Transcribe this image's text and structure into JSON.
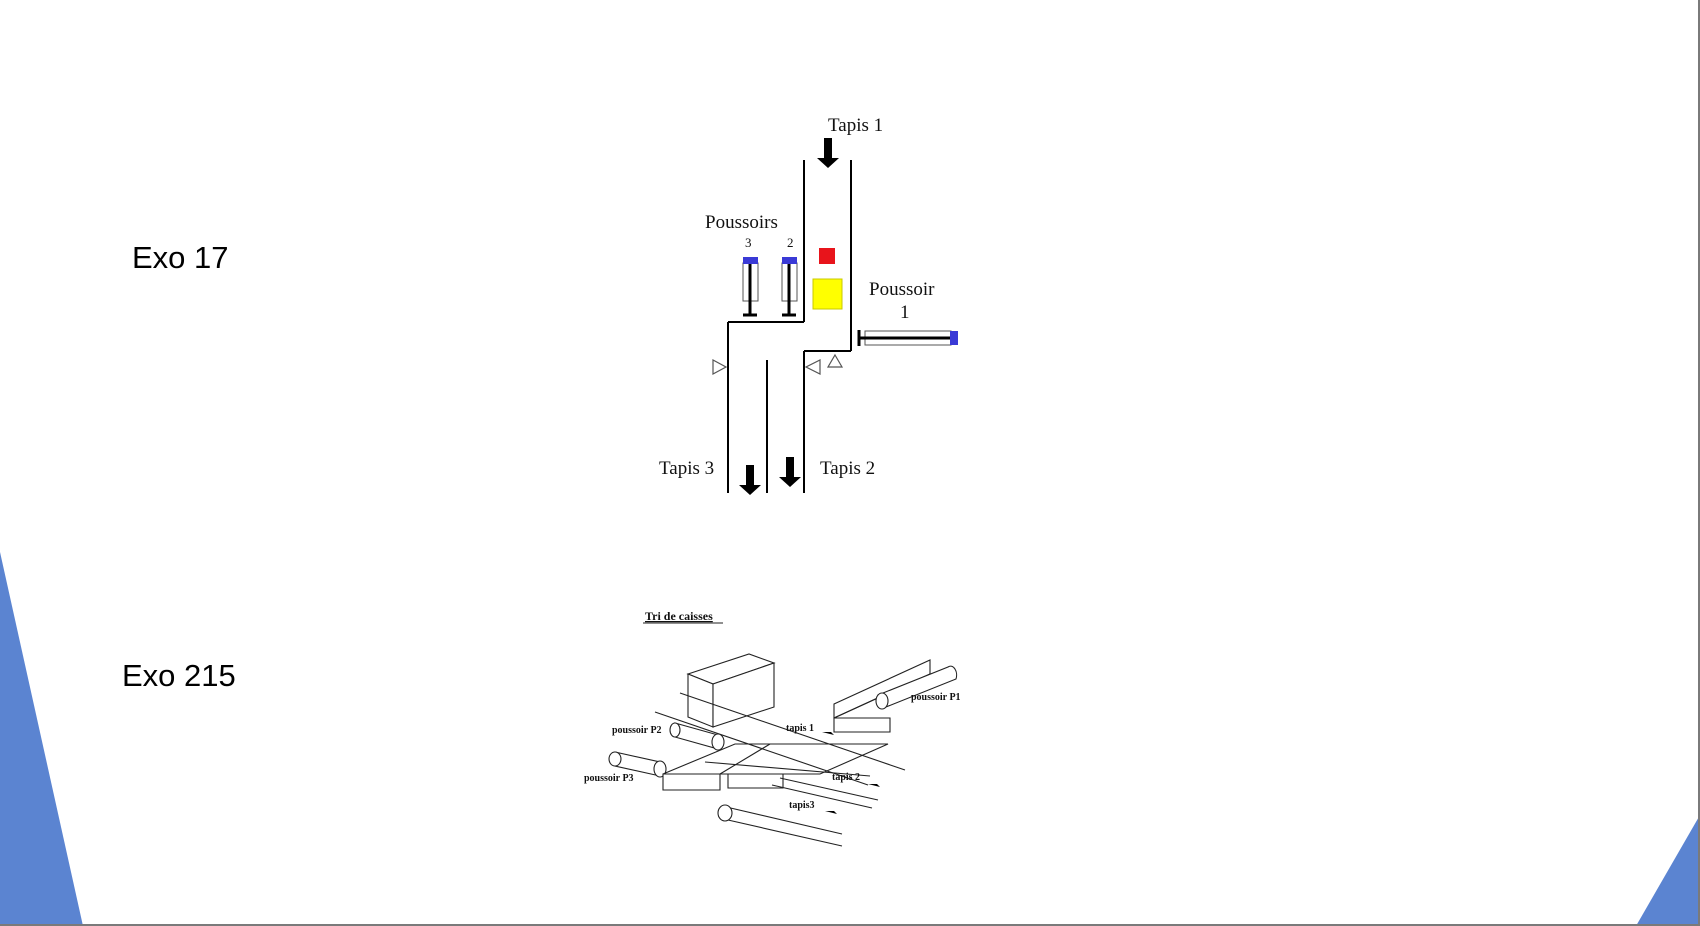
{
  "slide": {
    "exo_17_label": "Exo 17",
    "exo_215_label": "Exo 215",
    "accent_color": "#5b84d1"
  },
  "diagram_17": {
    "tapis_1": "Tapis 1",
    "tapis_2": "Tapis 2",
    "tapis_3": "Tapis 3",
    "poussoirs_label": "Poussoirs",
    "poussoir_num_3": "3",
    "poussoir_num_2": "2",
    "poussoir_1_label": "Poussoir",
    "poussoir_1_num": "1",
    "colors": {
      "small_box": "#e8141b",
      "large_box": "#ffff00",
      "cylinder_cap": "#3a3ad6"
    }
  },
  "diagram_215": {
    "title": "Tri de caisses",
    "poussoir_p1": "poussoir P1",
    "poussoir_p2": "poussoir P2",
    "poussoir_p3": "poussoir P3",
    "tapis_1": "tapis 1",
    "tapis_2": "tapis 2",
    "tapis_3": "tapis3"
  }
}
